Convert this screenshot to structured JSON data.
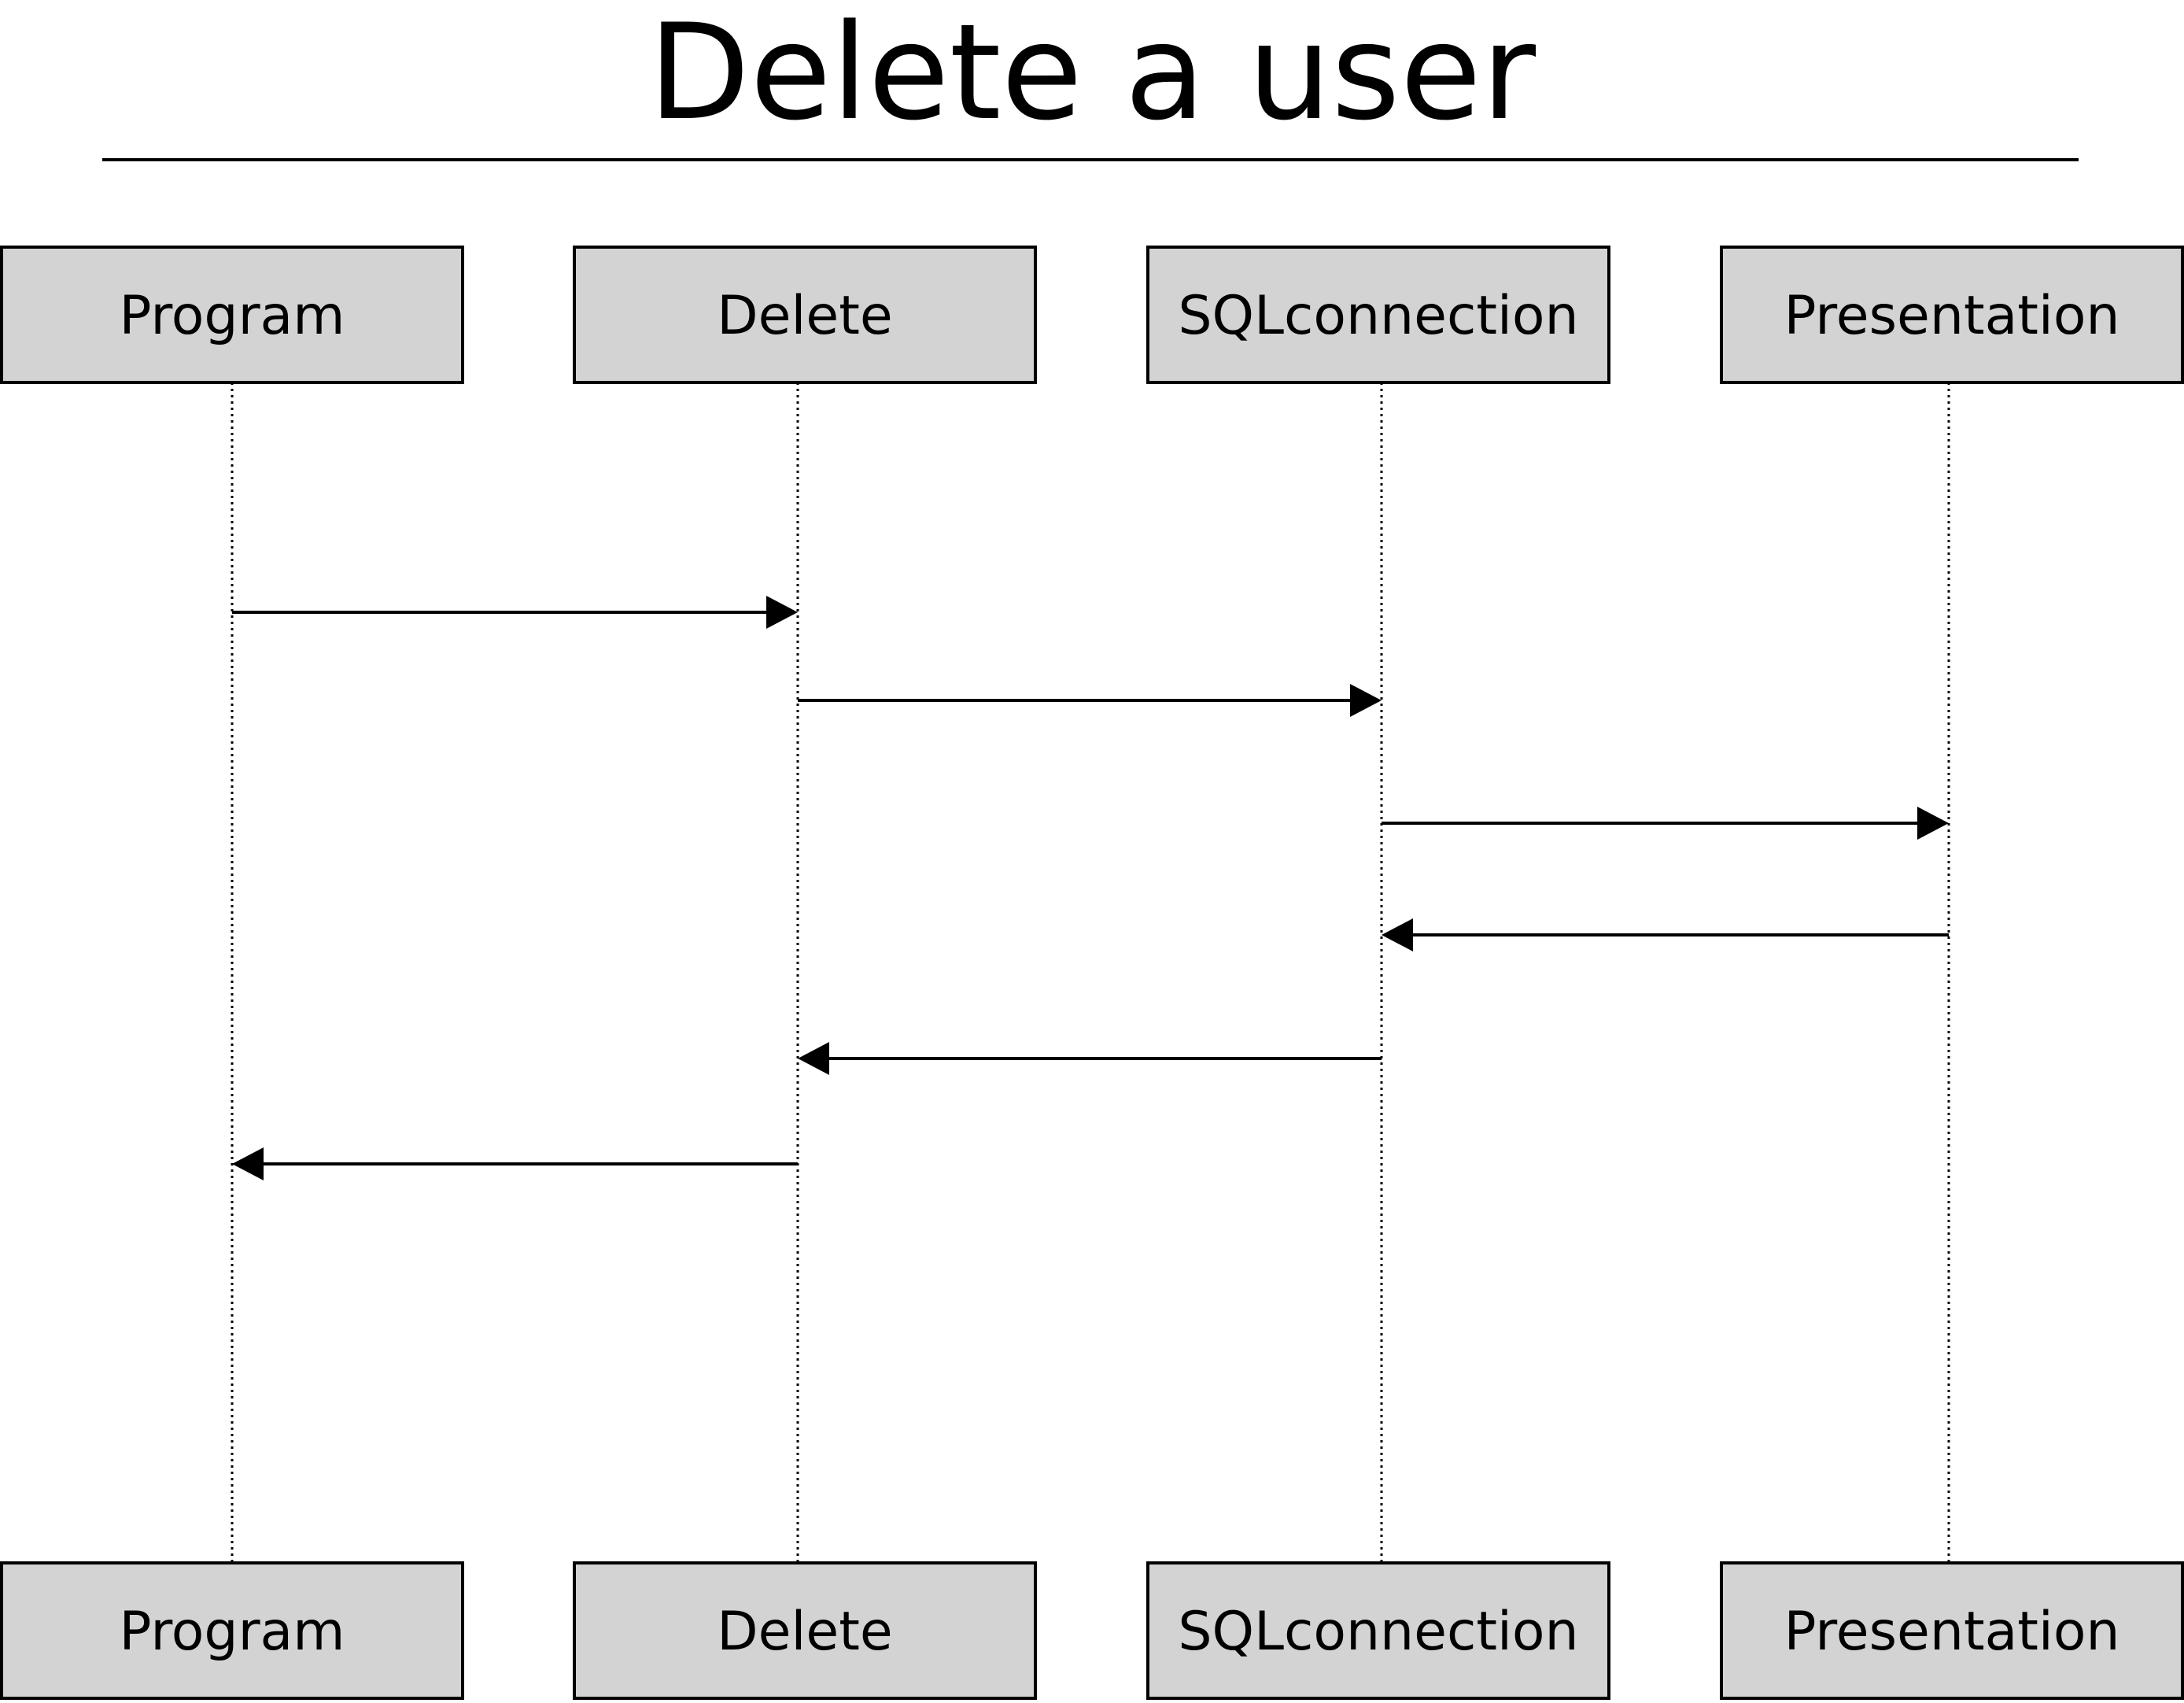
{
  "title": "Delete a user",
  "participants": [
    {
      "id": "program",
      "label": "Program"
    },
    {
      "id": "delete",
      "label": "Delete"
    },
    {
      "id": "sqlconnection",
      "label": "SQLconnection"
    },
    {
      "id": "presentation",
      "label": "Presentation"
    }
  ],
  "messages": [
    {
      "from": "program",
      "to": "delete"
    },
    {
      "from": "delete",
      "to": "sqlconnection"
    },
    {
      "from": "sqlconnection",
      "to": "presentation"
    },
    {
      "from": "presentation",
      "to": "sqlconnection"
    },
    {
      "from": "sqlconnection",
      "to": "delete"
    },
    {
      "from": "delete",
      "to": "program"
    }
  ],
  "colors": {
    "box_fill": "#d3d3d3",
    "stroke": "#000000",
    "background": "#ffffff"
  }
}
